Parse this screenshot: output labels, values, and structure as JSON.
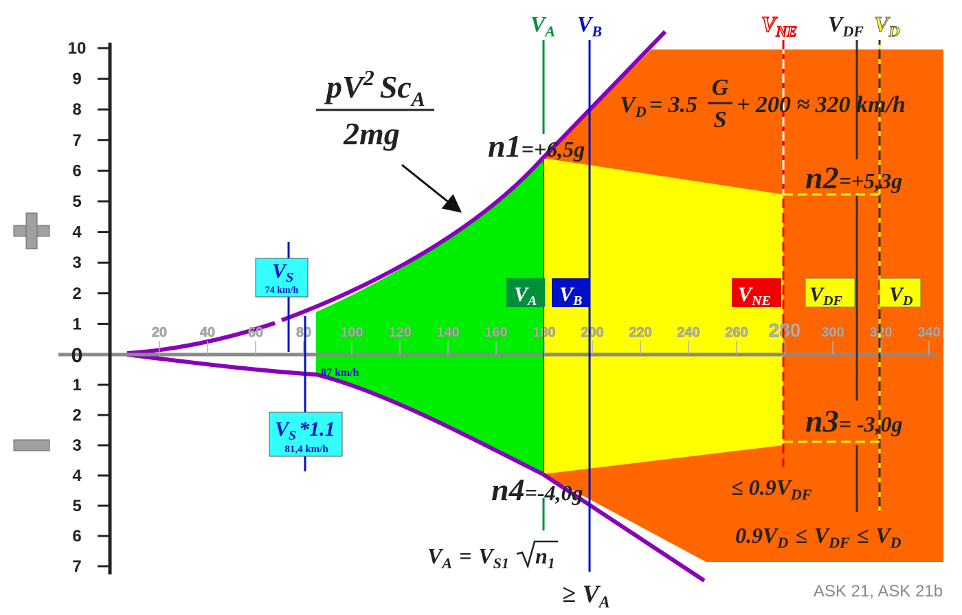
{
  "colors": {
    "green": "#00ee00",
    "yellow": "#ffff00",
    "orange": "#ff6600",
    "purple": "#8800bb",
    "axis_gray": "#8a8a8a",
    "vs_box": "#33ffff",
    "va_green": "#008f3a",
    "vb_blue": "#0010c8",
    "vne_red": "#ee0000"
  },
  "y_axis": {
    "positive_ticks": [
      "10",
      "9",
      "8",
      "7",
      "6",
      "5",
      "4",
      "3",
      "2",
      "1"
    ],
    "zero": "0",
    "negative_ticks": [
      "1",
      "2",
      "3",
      "4",
      "5",
      "6",
      "7"
    ],
    "plus_sign": "+",
    "minus_sign": "−"
  },
  "x_axis": {
    "ticks": [
      "20",
      "40",
      "60",
      "80",
      "100",
      "120",
      "140",
      "160",
      "180",
      "200",
      "220",
      "240",
      "260",
      "280",
      "300",
      "320",
      "340"
    ]
  },
  "formula_lift": {
    "numerator": "pV",
    "exp": "2",
    "sc": "Sc",
    "sub": "A",
    "denominator": "2mg"
  },
  "labels": {
    "n1": "n1",
    "n1_value": "=+6,5g",
    "n2": "n2",
    "n2_value": "=+5,3g",
    "n3": "n3",
    "n3_value": "= -3,0g",
    "n4": "n4",
    "n4_value": "=-4,0g",
    "speed_87": "87 km/h",
    "vs_main": "V",
    "vs_sub": "S",
    "vs_speed": "74 km/h",
    "vs11_main": "V",
    "vs11_sub": "S",
    "vs11_rest": "*1.1",
    "vs11_speed": "81,4 km/h",
    "v": "V",
    "sub_A": "A",
    "sub_B": "B",
    "sub_NE": "NE",
    "sub_DF": "DF",
    "sub_D": "D",
    "sub_S1": "S1",
    "sub_n1": "1",
    "vd_formula_left": "= 3.5",
    "vd_formula_G": "G",
    "vd_formula_S": "S",
    "vd_formula_right": "+ 200 ≈ 320 km/h",
    "va_eq": "=",
    "va_n": "n",
    "vne_le": "≤ 0.9",
    "vdf_range_a": "0.9",
    "vdf_range_le": "≤",
    "vdf_range_le2": "≤",
    "geq": "≥"
  },
  "credit": "ASK 21, ASK 21b"
}
